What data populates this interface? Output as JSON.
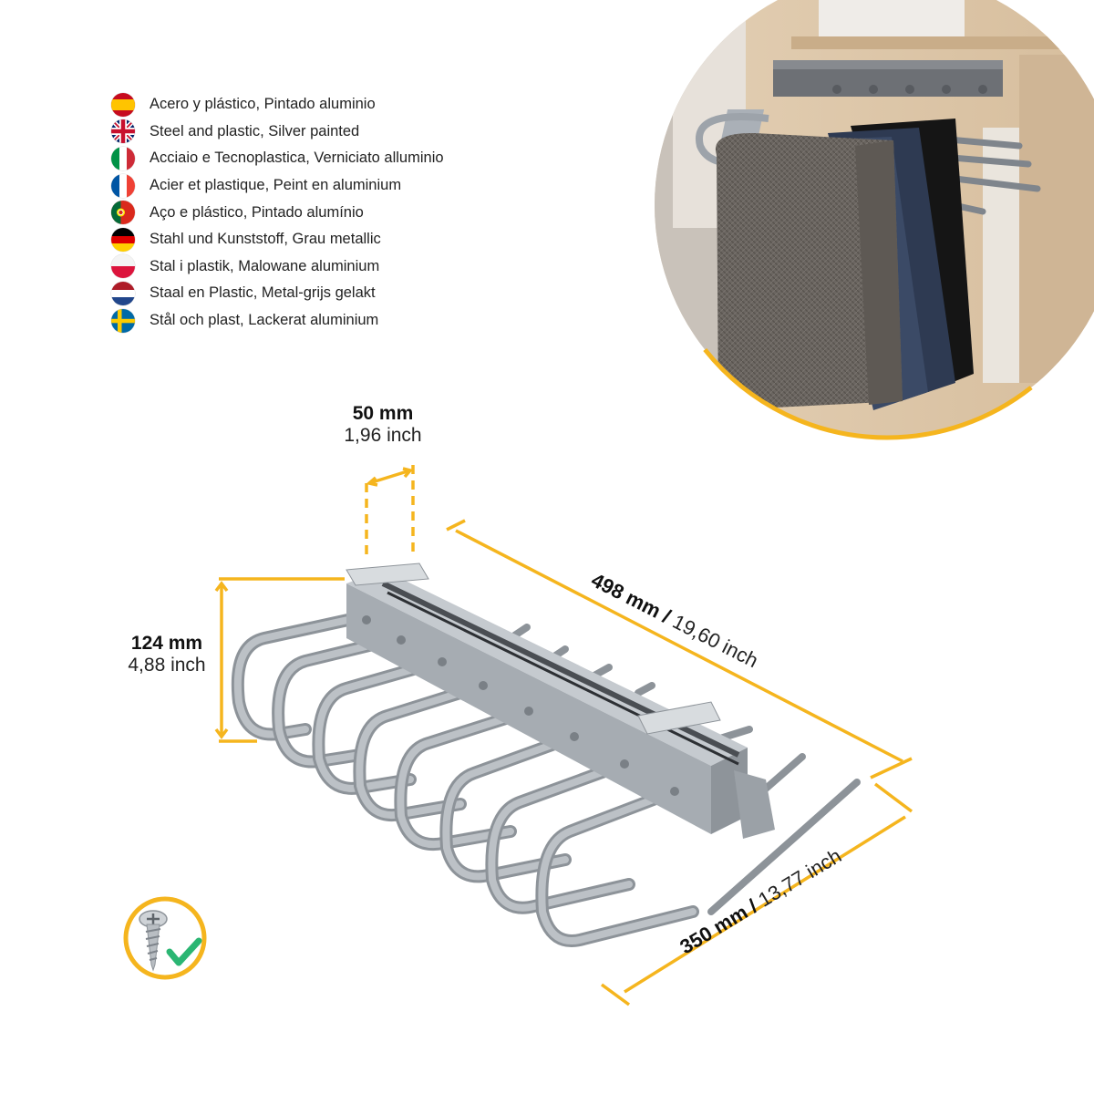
{
  "materials": [
    {
      "flag": "spain-flag",
      "text": "Acero y plástico, Pintado aluminio"
    },
    {
      "flag": "uk-flag",
      "text": "Steel and plastic, Silver painted"
    },
    {
      "flag": "italy-flag",
      "text": "Acciaio e Tecnoplastica, Verniciato alluminio"
    },
    {
      "flag": "france-flag",
      "text": "Acier et plastique, Peint en aluminium"
    },
    {
      "flag": "portugal-flag",
      "text": "Aço e plástico, Pintado alumínio"
    },
    {
      "flag": "germany-flag",
      "text": "Stahl und Kunststoff, Grau metallic"
    },
    {
      "flag": "poland-flag",
      "text": "Stal i plastik, Malowane aluminium"
    },
    {
      "flag": "netherlands-flag",
      "text": "Staal en Plastic, Metal-grijs gelakt"
    },
    {
      "flag": "sweden-flag",
      "text": "Stål och plast, Lackerat aluminium"
    }
  ],
  "dimensions": {
    "depth": {
      "mm": "50 mm",
      "inch": "1,96 inch"
    },
    "height": {
      "mm": "124 mm",
      "inch": "4,88 inch"
    },
    "length": {
      "mm": "498 mm /",
      "inch": "19,60 inch"
    },
    "width": {
      "mm": "350 mm /",
      "inch": "13,77 inch"
    }
  },
  "colors": {
    "accent": "#F5B51E",
    "metal": "#A9AEB3",
    "check": "#2BB673"
  },
  "icons": {
    "screw": "screw-icon",
    "check": "checkmark-icon"
  }
}
